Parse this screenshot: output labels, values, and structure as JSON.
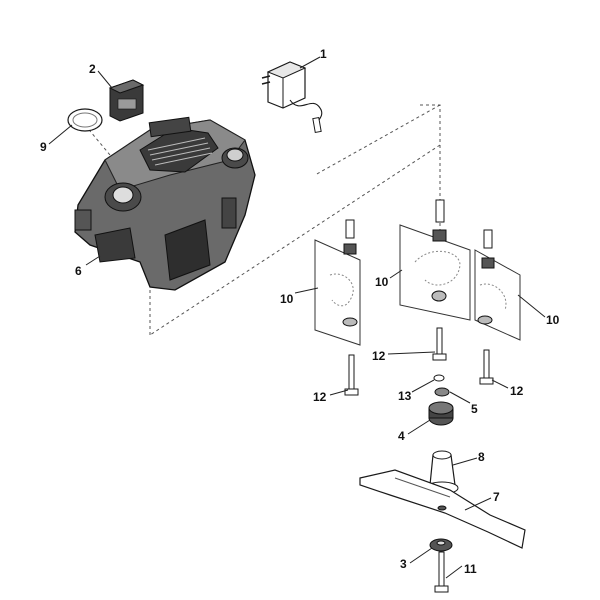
{
  "callouts": [
    {
      "id": "charger",
      "text": "1"
    },
    {
      "id": "battery",
      "text": "2"
    },
    {
      "id": "washer-blade",
      "text": "3"
    },
    {
      "id": "hub",
      "text": "4"
    },
    {
      "id": "spacer-5",
      "text": "5"
    },
    {
      "id": "engine",
      "text": "6"
    },
    {
      "id": "blade",
      "text": "7"
    },
    {
      "id": "adapter",
      "text": "8"
    },
    {
      "id": "ring",
      "text": "9"
    },
    {
      "id": "kit-left",
      "text": "10"
    },
    {
      "id": "kit-center",
      "text": "10"
    },
    {
      "id": "kit-right",
      "text": "10"
    },
    {
      "id": "bolt-left",
      "text": "12"
    },
    {
      "id": "bolt-center",
      "text": "12"
    },
    {
      "id": "bolt-right",
      "text": "12"
    },
    {
      "id": "washer-13",
      "text": "13"
    },
    {
      "id": "bolt-11",
      "text": "11"
    }
  ],
  "colors": {
    "ink": "#1a1a1a",
    "engine_body": "#5a5a5a",
    "engine_dark": "#2e2e2e",
    "engine_light": "#8a8a8a"
  }
}
